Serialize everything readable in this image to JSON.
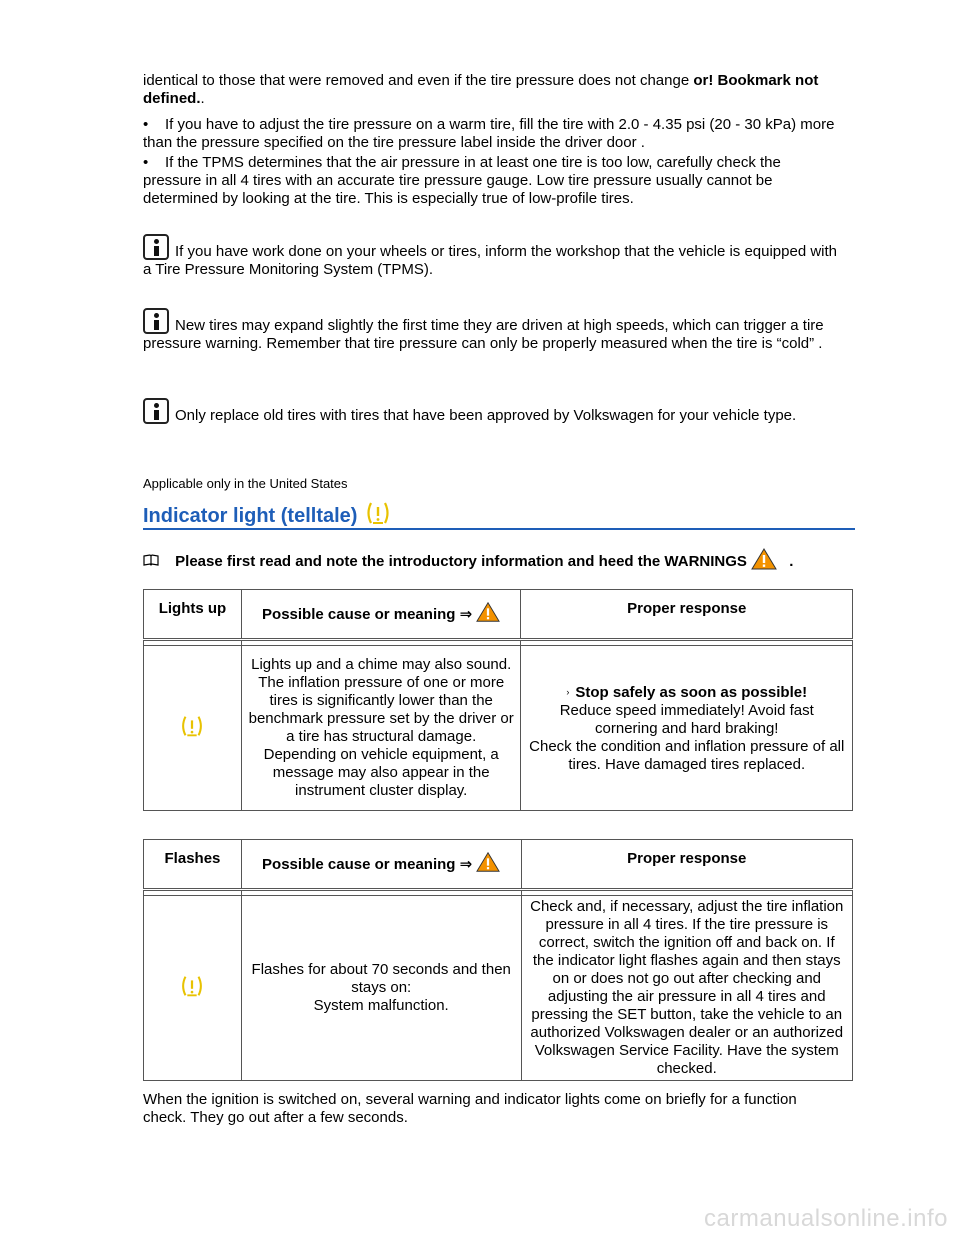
{
  "intro": {
    "line1_text": "identical to those that were removed and even if the tire pressure does not change ",
    "line1_bold": "or! Bookmark not defined.",
    "line1_end": "."
  },
  "bullets": [
    "If you have to adjust the tire pressure on a warm tire, fill the tire with 2.0 - 4.35 psi (20 - 30 kPa) more than the pressure specified on the tire pressure label inside the driver door  .",
    "If the TPMS determines that the air pressure in at least one tire is too low, carefully check the pressure in all 4 tires with an accurate tire pressure gauge. Low tire pressure usually cannot be determined by looking at the tire. This is especially true of low-profile tires."
  ],
  "notes": [
    "If you have work done on your wheels or tires, inform the workshop that the vehicle is equipped with a Tire Pressure Monitoring System (TPMS).",
    "New tires may expand slightly the first time they are driven at high speeds, which can trigger a tire pressure warning. Remember that tire pressure can only be properly measured when the tire is “cold”  .",
    "Only replace old tires with tires that have been approved by Volkswagen for your vehicle type."
  ],
  "section": {
    "applicability": "Applicable only in the United States",
    "title": "Indicator light (telltale)",
    "instruction": "Please first read and note the introductory information and heed the WARNINGS",
    "instruction_end": "."
  },
  "table1": {
    "headers": [
      "Lights up",
      "Possible cause or meaning ⇒",
      "Proper response"
    ],
    "cause": "Lights up and a chime may also sound.\nThe inflation pressure of one or more tires is significantly lower than the benchmark pressure set by the driver or a tire has structural damage. Depending on vehicle equipment, a message may also appear in the instrument cluster display.",
    "response_marker": "›",
    "response_bold": "Stop safely as soon as possible!",
    "response": "Reduce speed immediately! Avoid fast cornering and hard braking!\nCheck the condition and inflation pressure of all tires. Have damaged tires replaced."
  },
  "table2": {
    "headers": [
      "Flashes",
      "Possible cause or meaning ⇒",
      "Proper response"
    ],
    "cause": "Flashes for about 70 seconds and then stays on:\nSystem malfunction.",
    "response": "Check and, if necessary, adjust the tire inflation pressure in all 4 tires. If the tire pressure is correct, switch the ignition off and back on. If the indicator light flashes again and then stays on or does not go out after checking and adjusting the air pressure in all 4 tires and pressing the SET button, take the vehicle to an authorized Volkswagen dealer or an authorized Volkswagen Service Facility. Have the system checked."
  },
  "footer_text": "When the ignition is switched on, several warning and indicator lights come on briefly for a function check. They go out after a few seconds.",
  "watermark": "carmanualsonline.info",
  "colors": {
    "heading_blue": "#1e5eb8",
    "warning_orange": "#f39200",
    "telltale_yellow": "#e8c200"
  }
}
